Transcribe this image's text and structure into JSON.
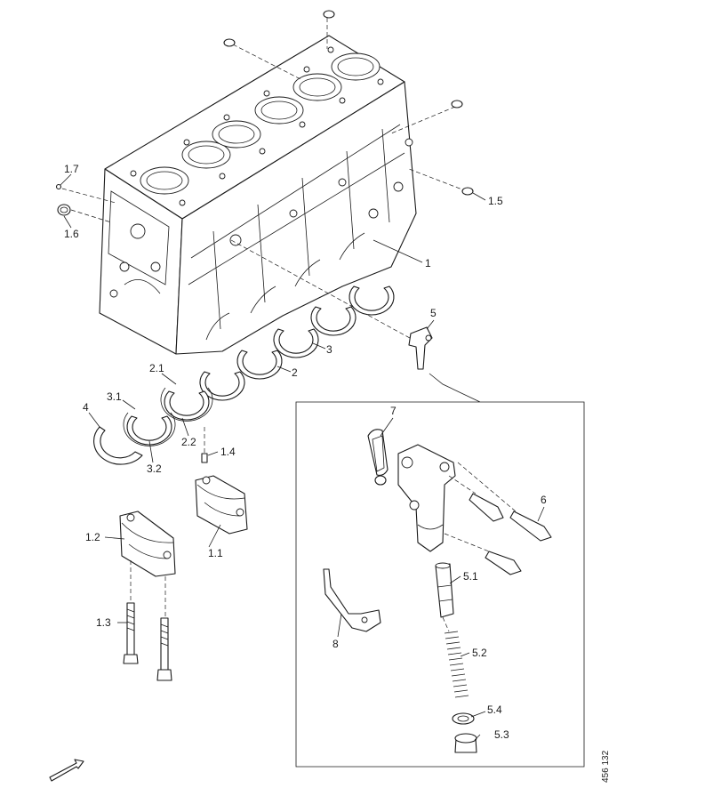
{
  "labels": {
    "p1": "1",
    "p1_1": "1.1",
    "p1_2": "1.2",
    "p1_3": "1.3",
    "p1_4": "1.4",
    "p1_5": "1.5",
    "p1_6": "1.6",
    "p1_7": "1.7",
    "p2": "2",
    "p2_1": "2.1",
    "p2_2": "2.2",
    "p3": "3",
    "p3_1": "3.1",
    "p3_2": "3.2",
    "p4": "4",
    "p5": "5",
    "p5_1": "5.1",
    "p5_2": "5.2",
    "p5_3": "5.3",
    "p5_4": "5.4",
    "p6": "6",
    "p7": "7",
    "p8": "8"
  },
  "document_number": "456 132",
  "icons": {
    "direction_arrow": "front-direction-arrow-icon"
  }
}
